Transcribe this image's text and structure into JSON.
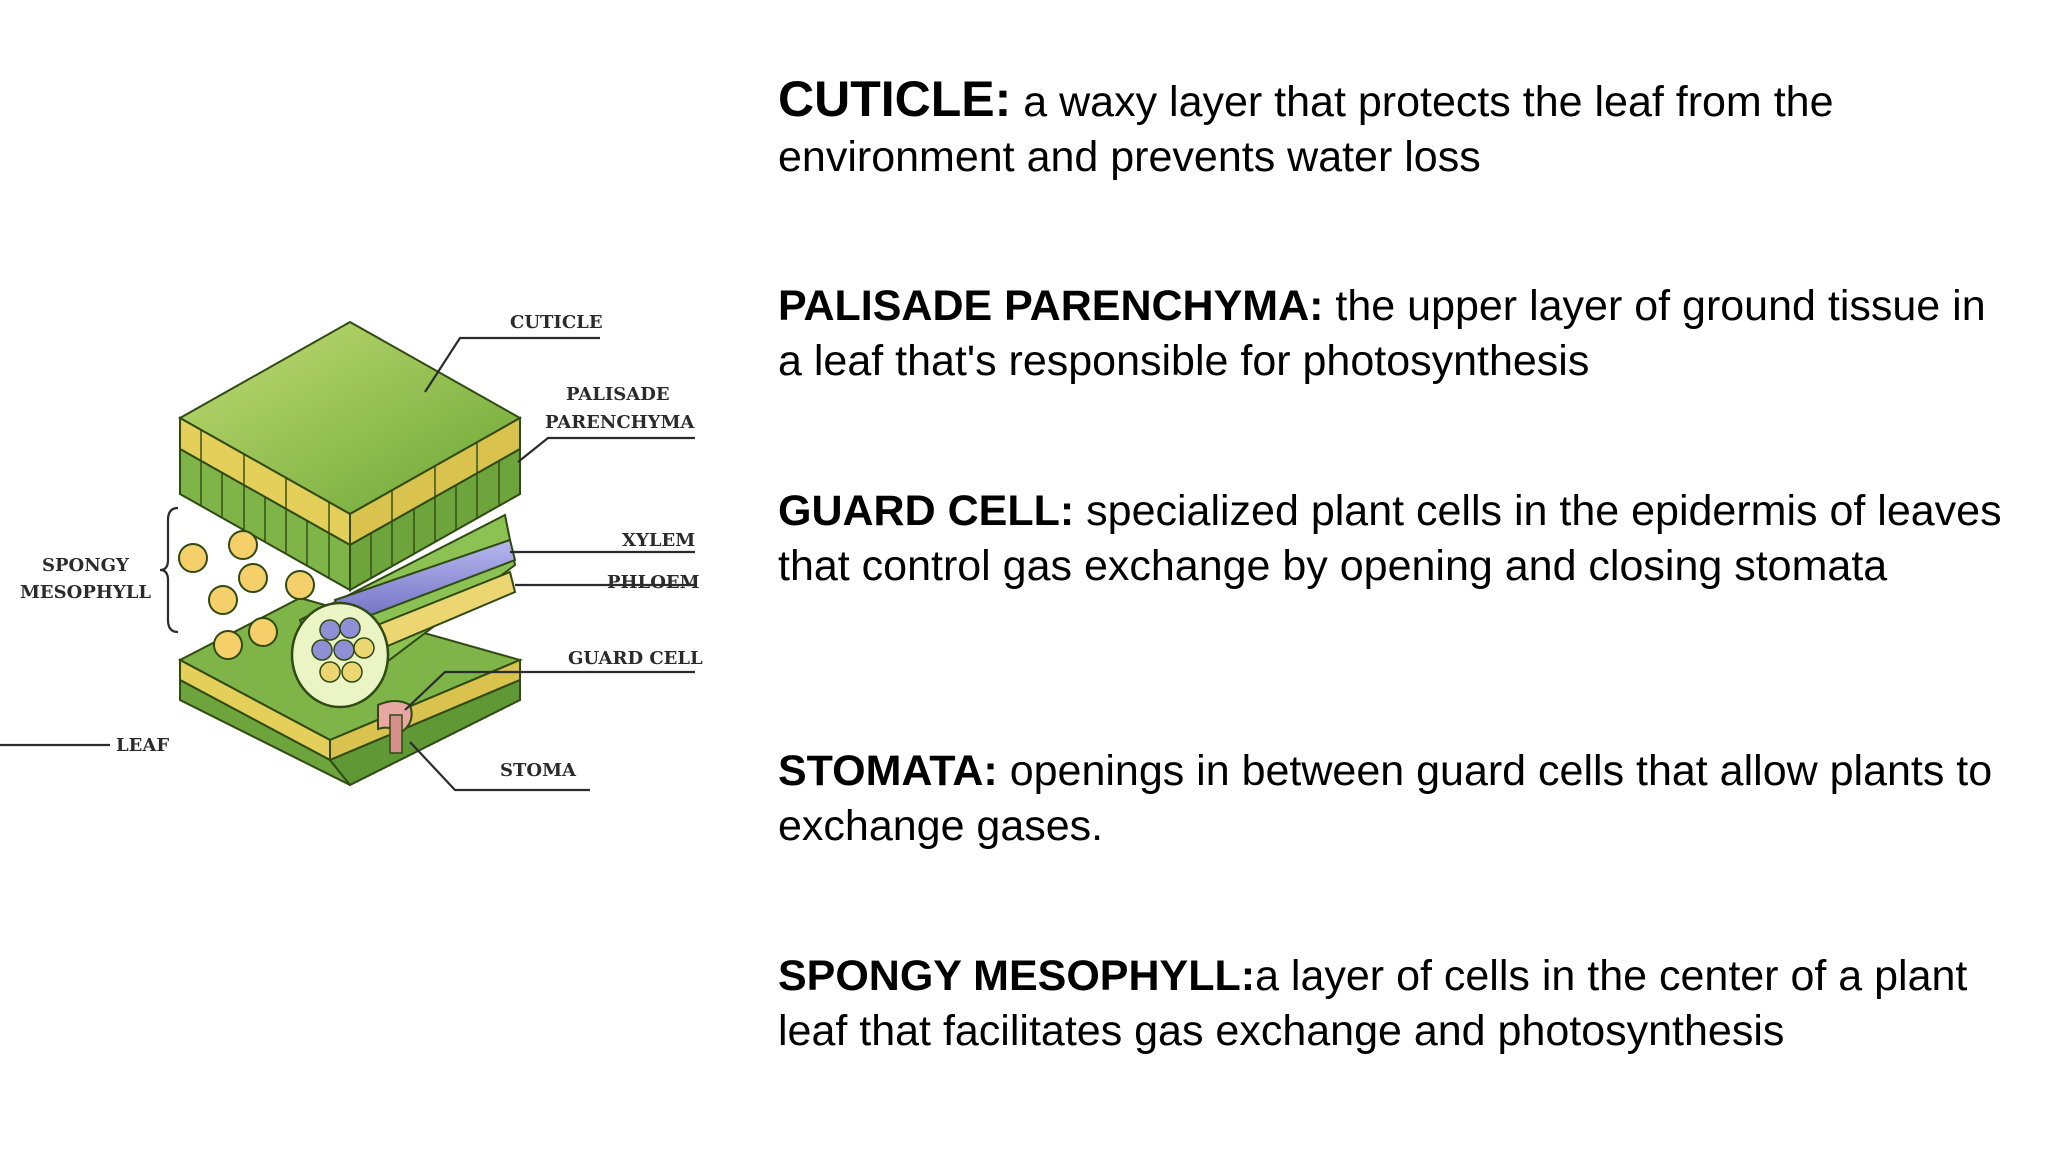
{
  "colors": {
    "leaf_top_light": "#b7d36a",
    "leaf_top_dark": "#6fa83a",
    "leaf_side": "#7fb548",
    "palisade_yellow": "#e3cf5a",
    "xylem_blue": "#8f8fd6",
    "phloem_yellow": "#ecd672",
    "guard_cell_pink": "#e9a7a4",
    "spongy_cell": "#f5cf6a",
    "text": "#000000"
  },
  "diagram": {
    "labels": {
      "cuticle": "CUTICLE",
      "palisade_line1": "PALISADE",
      "palisade_line2": "PARENCHYMA",
      "xylem": "XYLEM",
      "phloem": "PHLOEM",
      "guard_cell": "GUARD CELL",
      "stoma": "STOMA",
      "spongy_line1": "SPONGY",
      "spongy_line2": "MESOPHYLL",
      "leaf": "LEAF"
    }
  },
  "definitions": [
    {
      "term": "CUTICLE:",
      "text": " a waxy layer that protects the leaf from the environment and prevents water loss"
    },
    {
      "term": "PALISADE PARENCHYMA:",
      "text": " the upper layer of ground tissue in a leaf that's responsible for photosynthesis"
    },
    {
      "term": "GUARD CELL:",
      "text": " specialized plant cells in the epidermis of leaves that control gas exchange by opening and closing stomata"
    },
    {
      "term": "STOMATA:",
      "text": " openings in between guard cells that allow plants to exchange gases."
    },
    {
      "term": "SPONGY MESOPHYLL:",
      "text": "a layer of cells in the center of a plant leaf that facilitates gas exchange and photosynthesis"
    }
  ]
}
